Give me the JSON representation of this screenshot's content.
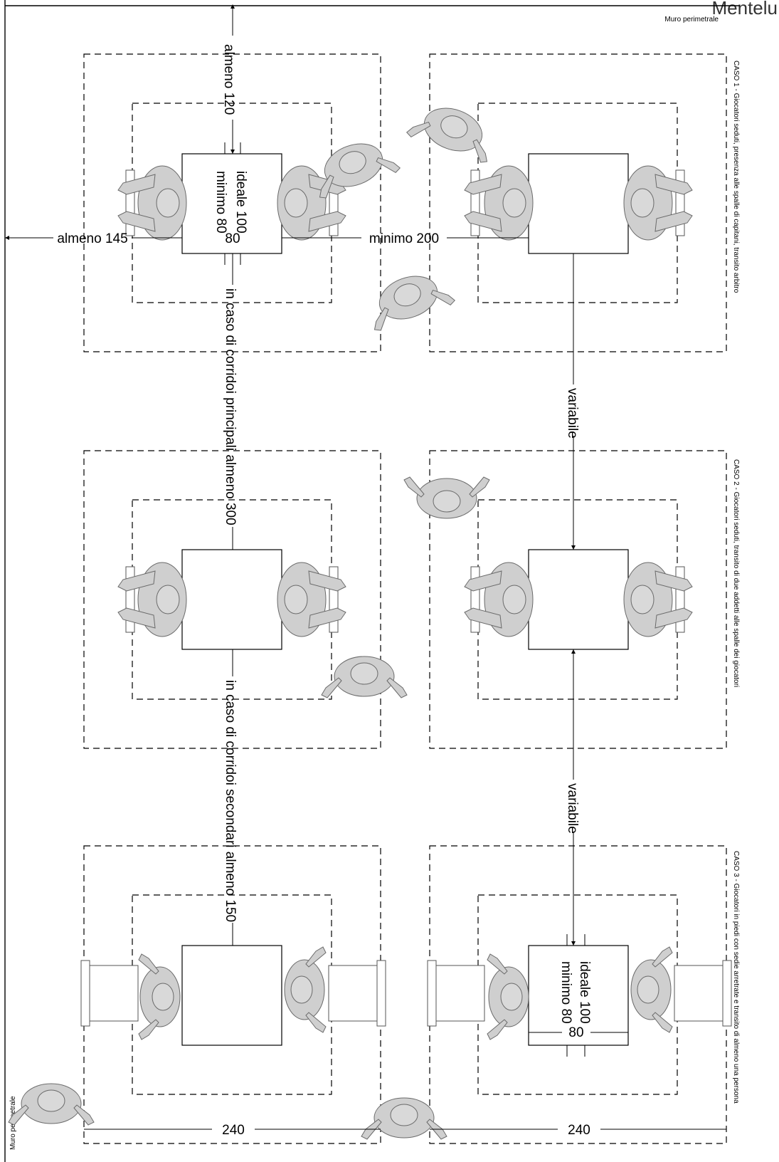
{
  "corner_text": "Mentelu",
  "wall_top": "Muro perimetrale",
  "wall_bottom": "Muro perimetrale",
  "cases": [
    "CASO 1 - Giocatori seduti, presenza alle spalle di capitani, transito arbitro",
    "CASO 2 - Giocatori seduti, transito di due addetti alle spalle dei giocatori",
    "CASO 3 - Giocatori in piedi con sedie arretrate e transito di almeno una persona"
  ],
  "dims": {
    "almeno_120": "almeno 120",
    "ideale_100": "ideale 100",
    "minimo_80": "minimo 80",
    "eighty": "80",
    "almeno_145": "almeno 145",
    "minimo_200": "minimo 200",
    "corr_principali": "in caso di corridoi principali almeno 300",
    "corr_secondari": "in caso di corridoi secondari almeno 150",
    "variabile": "variabile",
    "w240": "240"
  }
}
